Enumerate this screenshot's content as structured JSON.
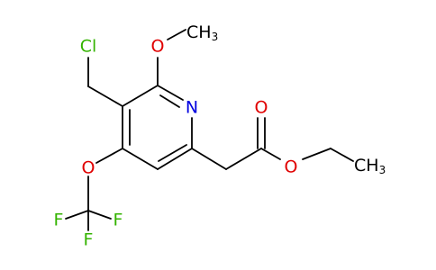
{
  "atoms": {
    "cl": "Cl",
    "o_methoxy": "O",
    "ch3_methoxy_c": "CH",
    "ch3_methoxy_sub": "3",
    "n": "N",
    "o_carbonyl": "O",
    "o_ester": "O",
    "ch3_ethyl_c": "CH",
    "ch3_ethyl_sub": "3",
    "o_ether": "O",
    "f_left": "F",
    "f_right": "F",
    "f_bottom": "F"
  },
  "colors": {
    "carbon_bond": "#000000",
    "chlorine": "#33b300",
    "oxygen": "#e00000",
    "nitrogen": "#0000e0",
    "fluorine": "#33b300"
  }
}
